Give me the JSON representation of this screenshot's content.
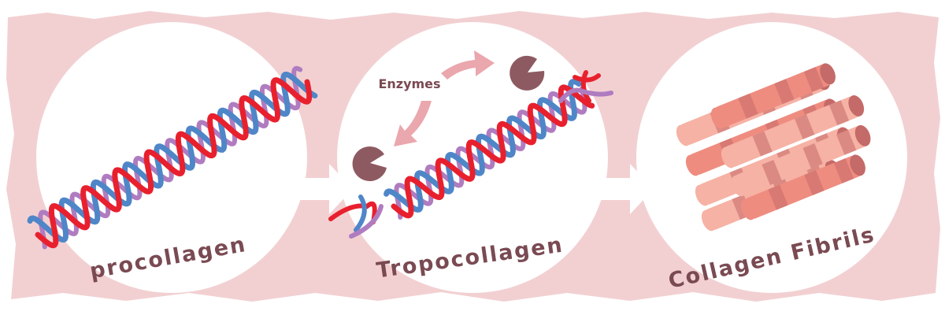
{
  "stages": [
    {
      "label": "procollagen"
    },
    {
      "label": "Tropocollagen",
      "enzymes_label": "Enzymes"
    },
    {
      "label": "Collagen Fibrils"
    }
  ],
  "colors": {
    "background": "#f2d0d2",
    "circle": "#ffffff",
    "label": "#7a4a52",
    "strand_red": "#e8202e",
    "strand_blue": "#4f86c8",
    "strand_purple": "#b07cc0",
    "enzyme": "#8e5a62",
    "enzyme_arrow": "#eaa7ad",
    "fibril_light": "#f6b2a4",
    "fibril_mid": "#ef8c80",
    "fibril_dark": "#c46a68"
  },
  "icons": {
    "enzyme": "pacman-enzyme-icon",
    "flow_arrow": "right-arrow-icon"
  }
}
